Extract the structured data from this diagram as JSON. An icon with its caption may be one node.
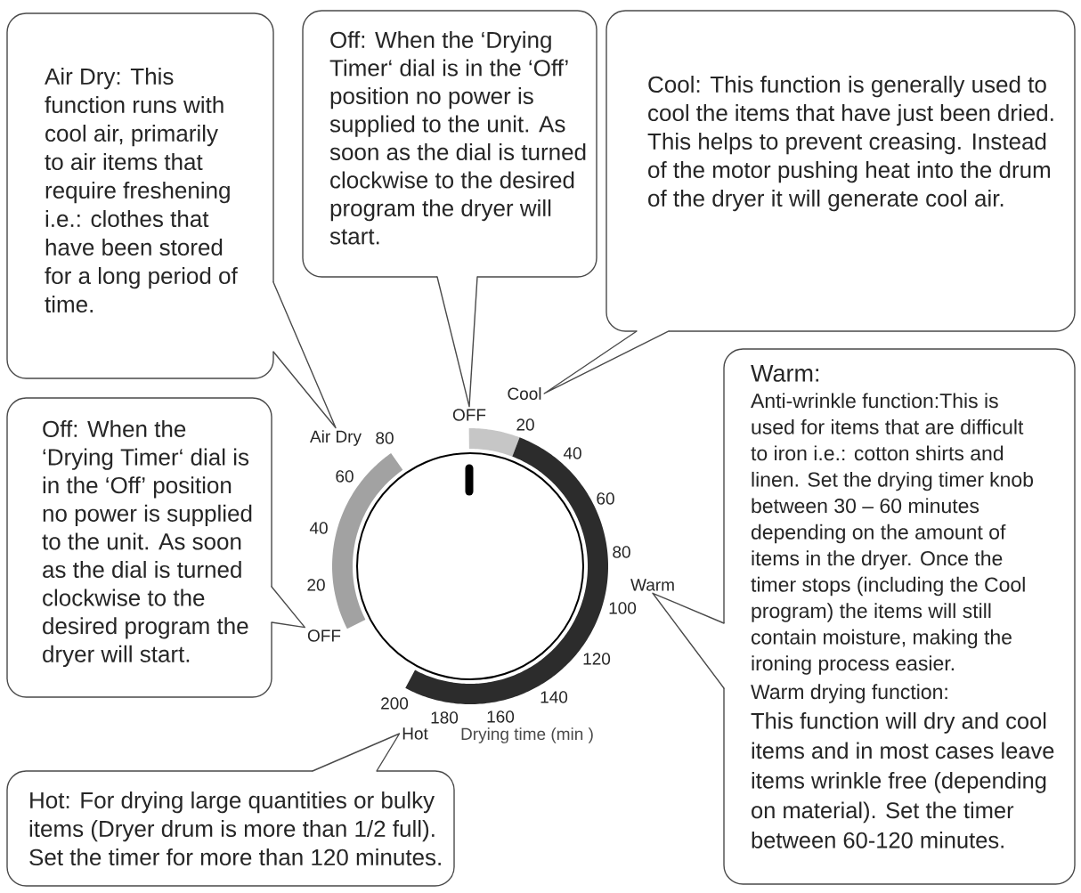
{
  "diagram": {
    "nodes": [
      {
        "text": [
          "Air Dry: This function runs with cool air, primarily to air items that require freshening i.e.: clothes that have been stored for a long period of time."
        ]
      },
      {
        "text": [
          "Off: When the ‘Drying Timer‘ dial is in the ‘Off’ position no power is supplied to the unit. As soon as the dial is turned clockwise to the desired program the dryer will start."
        ]
      },
      {
        "text": [
          "Cool: This function is generally used to cool the items that have just been dried. This helps to prevent creasing. Instead of the motor pushing heat into the drum of the dryer it will generate cool air."
        ]
      },
      {
        "text": [
          "Off: When the ‘Drying Timer‘ dial is in the ‘Off’ position no power is supplied to the unit. As soon as the dial is turned clockwise to the desired program the dryer will start."
        ]
      },
      {
        "text": [
          "Warm:",
          "Anti-wrinkle function:This is used for items that are difficult to iron i.e.: cotton shirts and linen. Set the drying timer knob between 30 – 60 minutes depending on the amount of items in the dryer. Once the timer stops (including the Cool program) the items will still contain moisture, making the ironing process easier.",
          "Warm drying function:",
          "This function will dry and cool items and in most cases leave items wrinkle free (depending on material). Set the timer between 60-120 minutes."
        ]
      },
      {
        "text": [
          "Hot: For drying large quantities or bulky items (Dryer drum is more than 1/2 full). Set the timer for more than 120 minutes."
        ]
      },
      {
        "text": [
          "Cool"
        ]
      },
      {
        "text": [
          "OFF"
        ]
      },
      {
        "text": [
          "Air Dry"
        ]
      },
      {
        "text": [
          "Warm"
        ]
      },
      {
        "text": [
          "OFF"
        ]
      },
      {
        "text": [
          "Hot"
        ]
      }
    ],
    "edges": [
      {
        "from": 0,
        "to": 8,
        "arrow": "none"
      },
      {
        "from": 1,
        "to": 7,
        "arrow": "none"
      },
      {
        "from": 2,
        "to": 6,
        "arrow": "none"
      },
      {
        "from": 3,
        "to": 10,
        "arrow": "none"
      },
      {
        "from": 4,
        "to": 9,
        "arrow": "none"
      },
      {
        "from": 5,
        "to": 11,
        "arrow": "none"
      }
    ],
    "labels": [
      "20",
      "40",
      "60",
      "80",
      "100",
      "120",
      "140",
      "160",
      "180",
      "200",
      "20",
      "40",
      "60",
      "80",
      "Drying time (min )"
    ]
  }
}
